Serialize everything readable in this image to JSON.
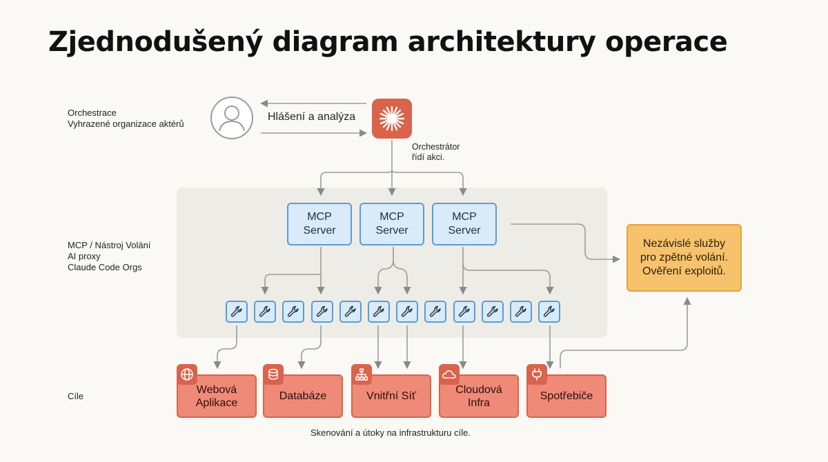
{
  "title": "Zjednodušený diagram architektury operace",
  "side_labels": {
    "orchestration": [
      "Orchestrace",
      "Vyhrazené organizace aktérů"
    ],
    "mcp": [
      "MCP / Nástroj Volání",
      "AI proxy",
      "Claude Code Orgs"
    ],
    "targets": [
      "Cíle"
    ]
  },
  "report_label": "Hlášení a analýza",
  "orchestrator_label": [
    "Orchestrátor",
    "řídí akci."
  ],
  "mcp_servers": [
    {
      "line1": "MCP",
      "line2": "Server"
    },
    {
      "line1": "MCP",
      "line2": "Server"
    },
    {
      "line1": "MCP",
      "line2": "Server"
    }
  ],
  "tool_icon": "wrench-icon",
  "independent_service": [
    "Nezávislé služby",
    "pro zpětné volání.",
    "Ověření exploitů."
  ],
  "targets": [
    {
      "lines": [
        "Webová",
        "Aplikace"
      ],
      "icon": "globe-icon"
    },
    {
      "lines": [
        "Databáze"
      ],
      "icon": "database-icon"
    },
    {
      "lines": [
        "Vnitřní Síť"
      ],
      "icon": "network-icon"
    },
    {
      "lines": [
        "Cloudová",
        "Infra"
      ],
      "icon": "cloud-icon"
    },
    {
      "lines": [
        "Spotřebiče"
      ],
      "icon": "plug-icon"
    }
  ],
  "caption": "Skenování a útoky na infrastrukturu cíle.",
  "colors": {
    "accent": "#d9634b",
    "mcp_fill": "#d9ebf8",
    "mcp_border": "#5b9bd5",
    "target_fill": "#ef8a78",
    "service_fill": "#f6c26b",
    "panel": "#eeece6"
  }
}
